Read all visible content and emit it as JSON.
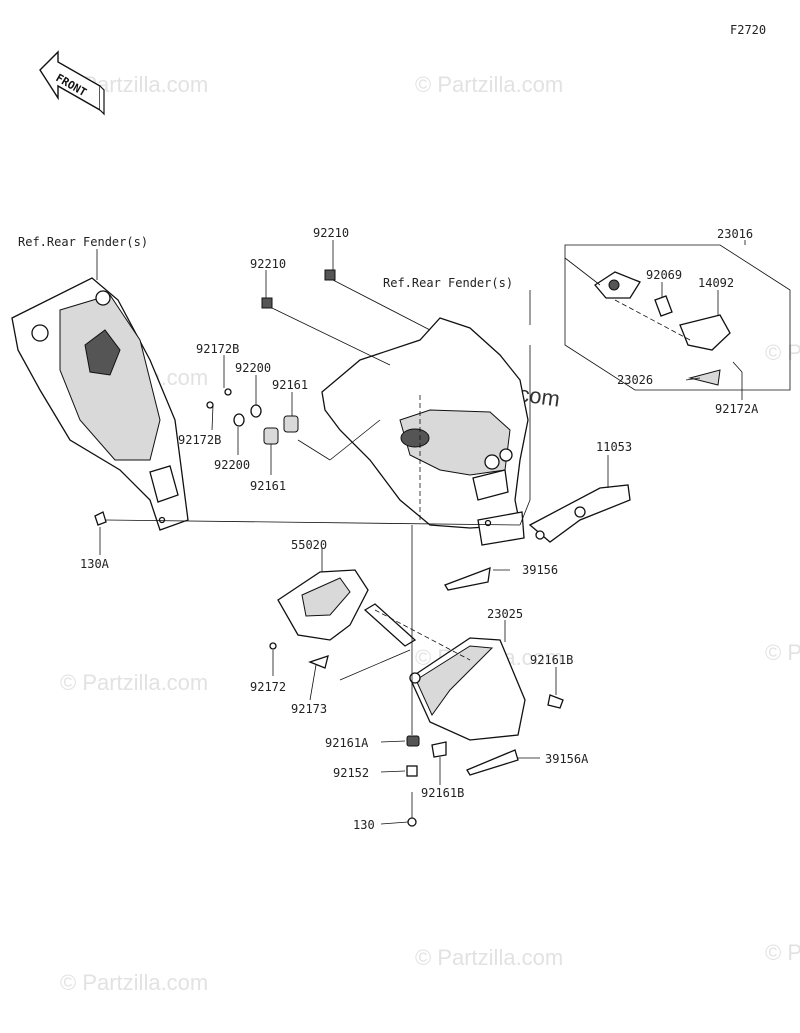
{
  "figure_code": "F2720",
  "front_label": "FRONT",
  "watermark": "© Partzilla.com",
  "watermark_center": "© Partzilla.com",
  "callouts": {
    "ref_rear_fender_left": "Ref.Rear Fender(s)",
    "ref_rear_fender_top": "Ref.Rear Fender(s)",
    "p23016": "23016",
    "p92210_a": "92210",
    "p92210_b": "92210",
    "p92069": "92069",
    "p14092": "14092",
    "p92172B_a": "92172B",
    "p92172B_b": "92172B",
    "p92200_a": "92200",
    "p92200_b": "92200",
    "p92161_a": "92161",
    "p92161_b": "92161",
    "p23026": "23026",
    "p92172A": "92172A",
    "p11053": "11053",
    "p130A": "130A",
    "p55020": "55020",
    "p39156": "39156",
    "p23025": "23025",
    "p92161B_a": "92161B",
    "p92172": "92172",
    "p92173": "92173",
    "p92161A": "92161A",
    "p92152": "92152",
    "p92161B_b": "92161B",
    "p39156A": "39156A",
    "p130": "130"
  }
}
